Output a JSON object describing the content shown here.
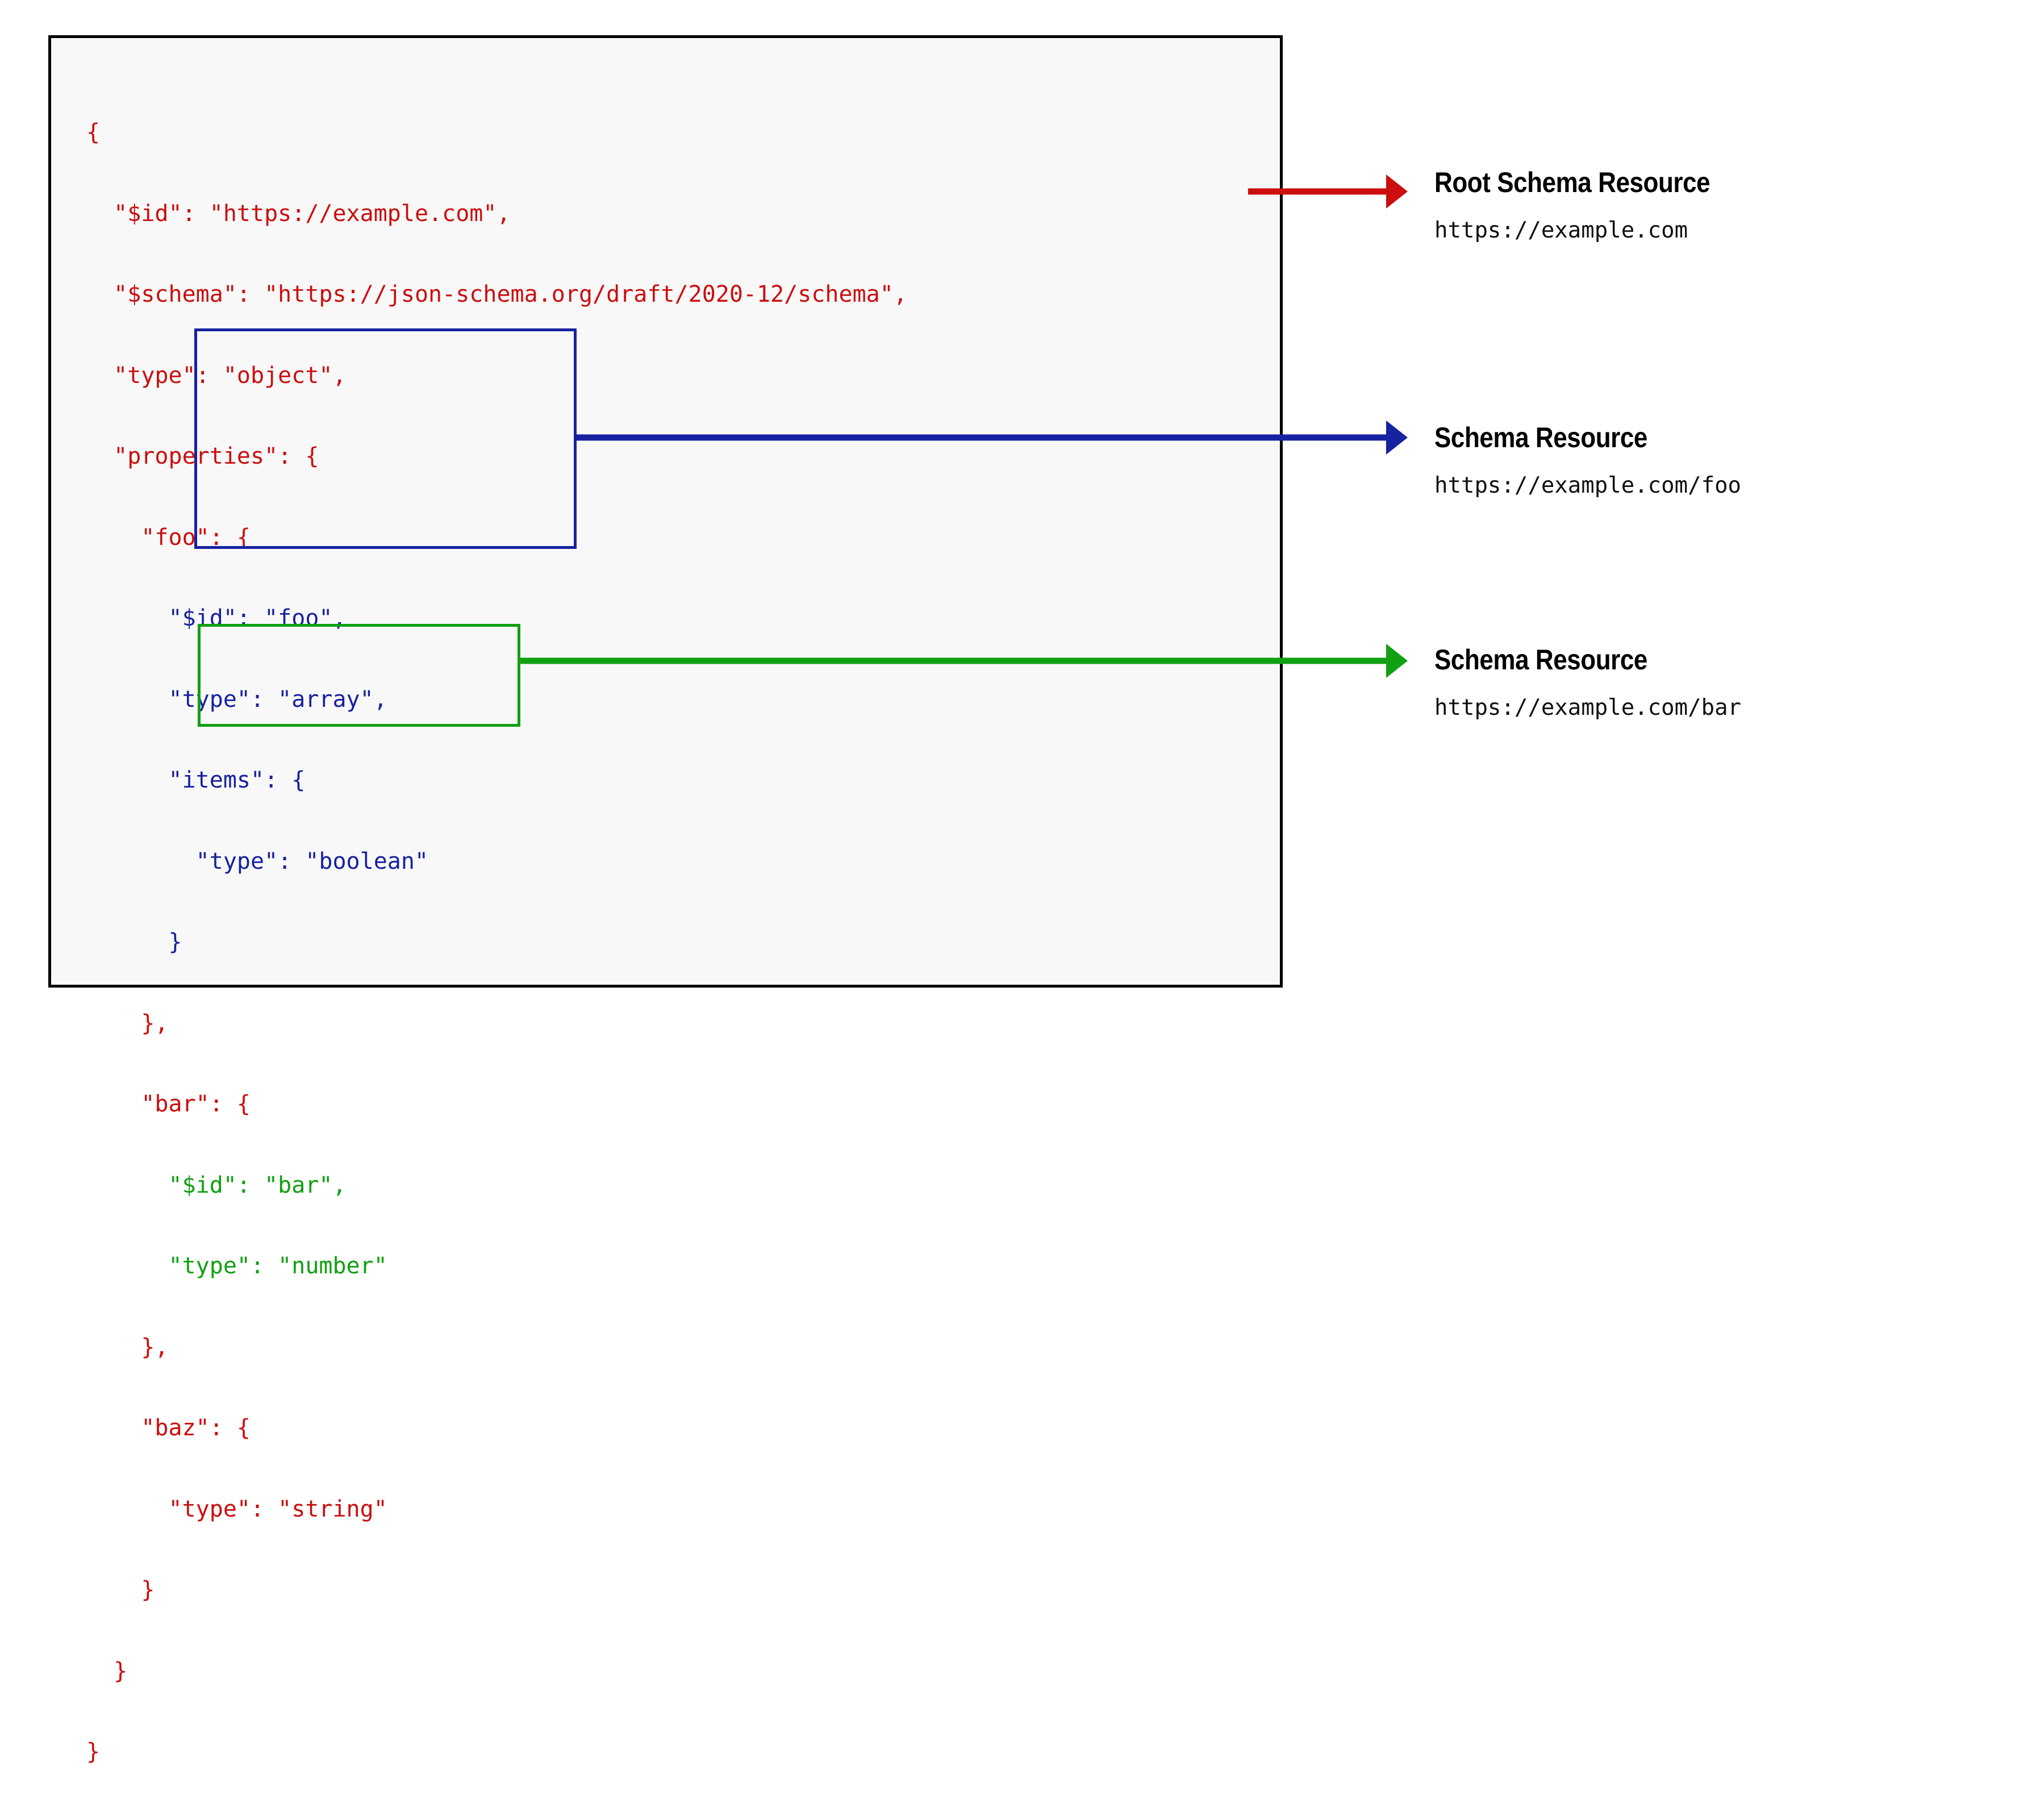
{
  "diagram": {
    "type": "annotated-code-callout",
    "title_semantics": "JSON Schema resource identification diagram",
    "colors": {
      "root_schema": "#CC0E0E",
      "foo_schema": "#1722A0",
      "bar_schema": "#11A011",
      "panel_border": "#000000",
      "panel_background": "#f8f8f8"
    }
  },
  "code_panel": {
    "language": "json",
    "lines": [
      {
        "text": "{",
        "color": "red"
      },
      {
        "text": "  \"$id\": \"https://example.com\",",
        "color": "red"
      },
      {
        "text": "  \"$schema\": \"https://json-schema.org/draft/2020-12/schema\",",
        "color": "red"
      },
      {
        "text": "  \"type\": \"object\",",
        "color": "red"
      },
      {
        "text": "  \"properties\": {",
        "color": "red"
      },
      {
        "text": "    \"foo\": {",
        "color": "red"
      },
      {
        "text": "      \"$id\": \"foo\",",
        "color": "blue"
      },
      {
        "text": "      \"type\": \"array\",",
        "color": "blue"
      },
      {
        "text": "      \"items\": {",
        "color": "blue"
      },
      {
        "text": "        \"type\": \"boolean\"",
        "color": "blue"
      },
      {
        "text": "      }",
        "color": "blue"
      },
      {
        "text": "    },",
        "color": "red"
      },
      {
        "text": "    \"bar\": {",
        "color": "red"
      },
      {
        "text": "      \"$id\": \"bar\",",
        "color": "green"
      },
      {
        "text": "      \"type\": \"number\"",
        "color": "green"
      },
      {
        "text": "    },",
        "color": "red"
      },
      {
        "text": "    \"baz\": {",
        "color": "red"
      },
      {
        "text": "      \"type\": \"string\"",
        "color": "red"
      },
      {
        "text": "    }",
        "color": "red"
      },
      {
        "text": "  }",
        "color": "red"
      },
      {
        "text": "}",
        "color": "red"
      }
    ]
  },
  "highlight_boxes": [
    {
      "name": "foo-schema-resource-box",
      "color": "#1722A0"
    },
    {
      "name": "bar-schema-resource-box",
      "color": "#11A011"
    }
  ],
  "callouts": [
    {
      "id": "root",
      "title": "Root Schema Resource",
      "url": "https://example.com",
      "arrow_color": "#CC0E0E"
    },
    {
      "id": "foo",
      "title": "Schema Resource",
      "url": "https://example.com/foo",
      "arrow_color": "#1722A0"
    },
    {
      "id": "bar",
      "title": "Schema Resource",
      "url": "https://example.com/bar",
      "arrow_color": "#11A011"
    }
  ]
}
